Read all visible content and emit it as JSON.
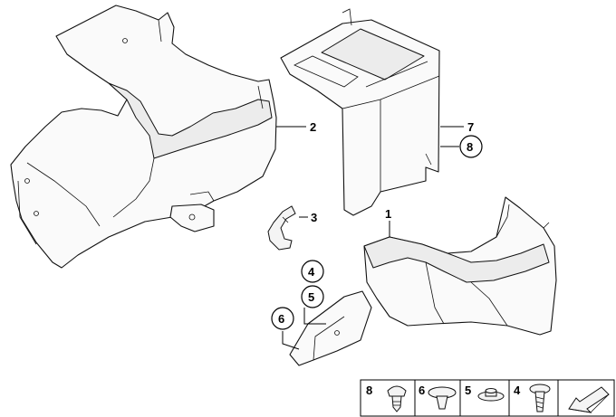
{
  "callouts": {
    "part_1": "1",
    "part_2": "2",
    "part_3": "3",
    "part_4": "4",
    "part_5": "5",
    "part_6": "6",
    "part_7": "7",
    "part_8": "8"
  },
  "legend": {
    "items": [
      {
        "label": "8",
        "icon": "push-rivet-icon"
      },
      {
        "label": "6",
        "icon": "round-clip-icon"
      },
      {
        "label": "5",
        "icon": "expanding-nut-icon"
      },
      {
        "label": "4",
        "icon": "screw-icon"
      }
    ],
    "arrow_icon": "direction-arrow-icon"
  }
}
